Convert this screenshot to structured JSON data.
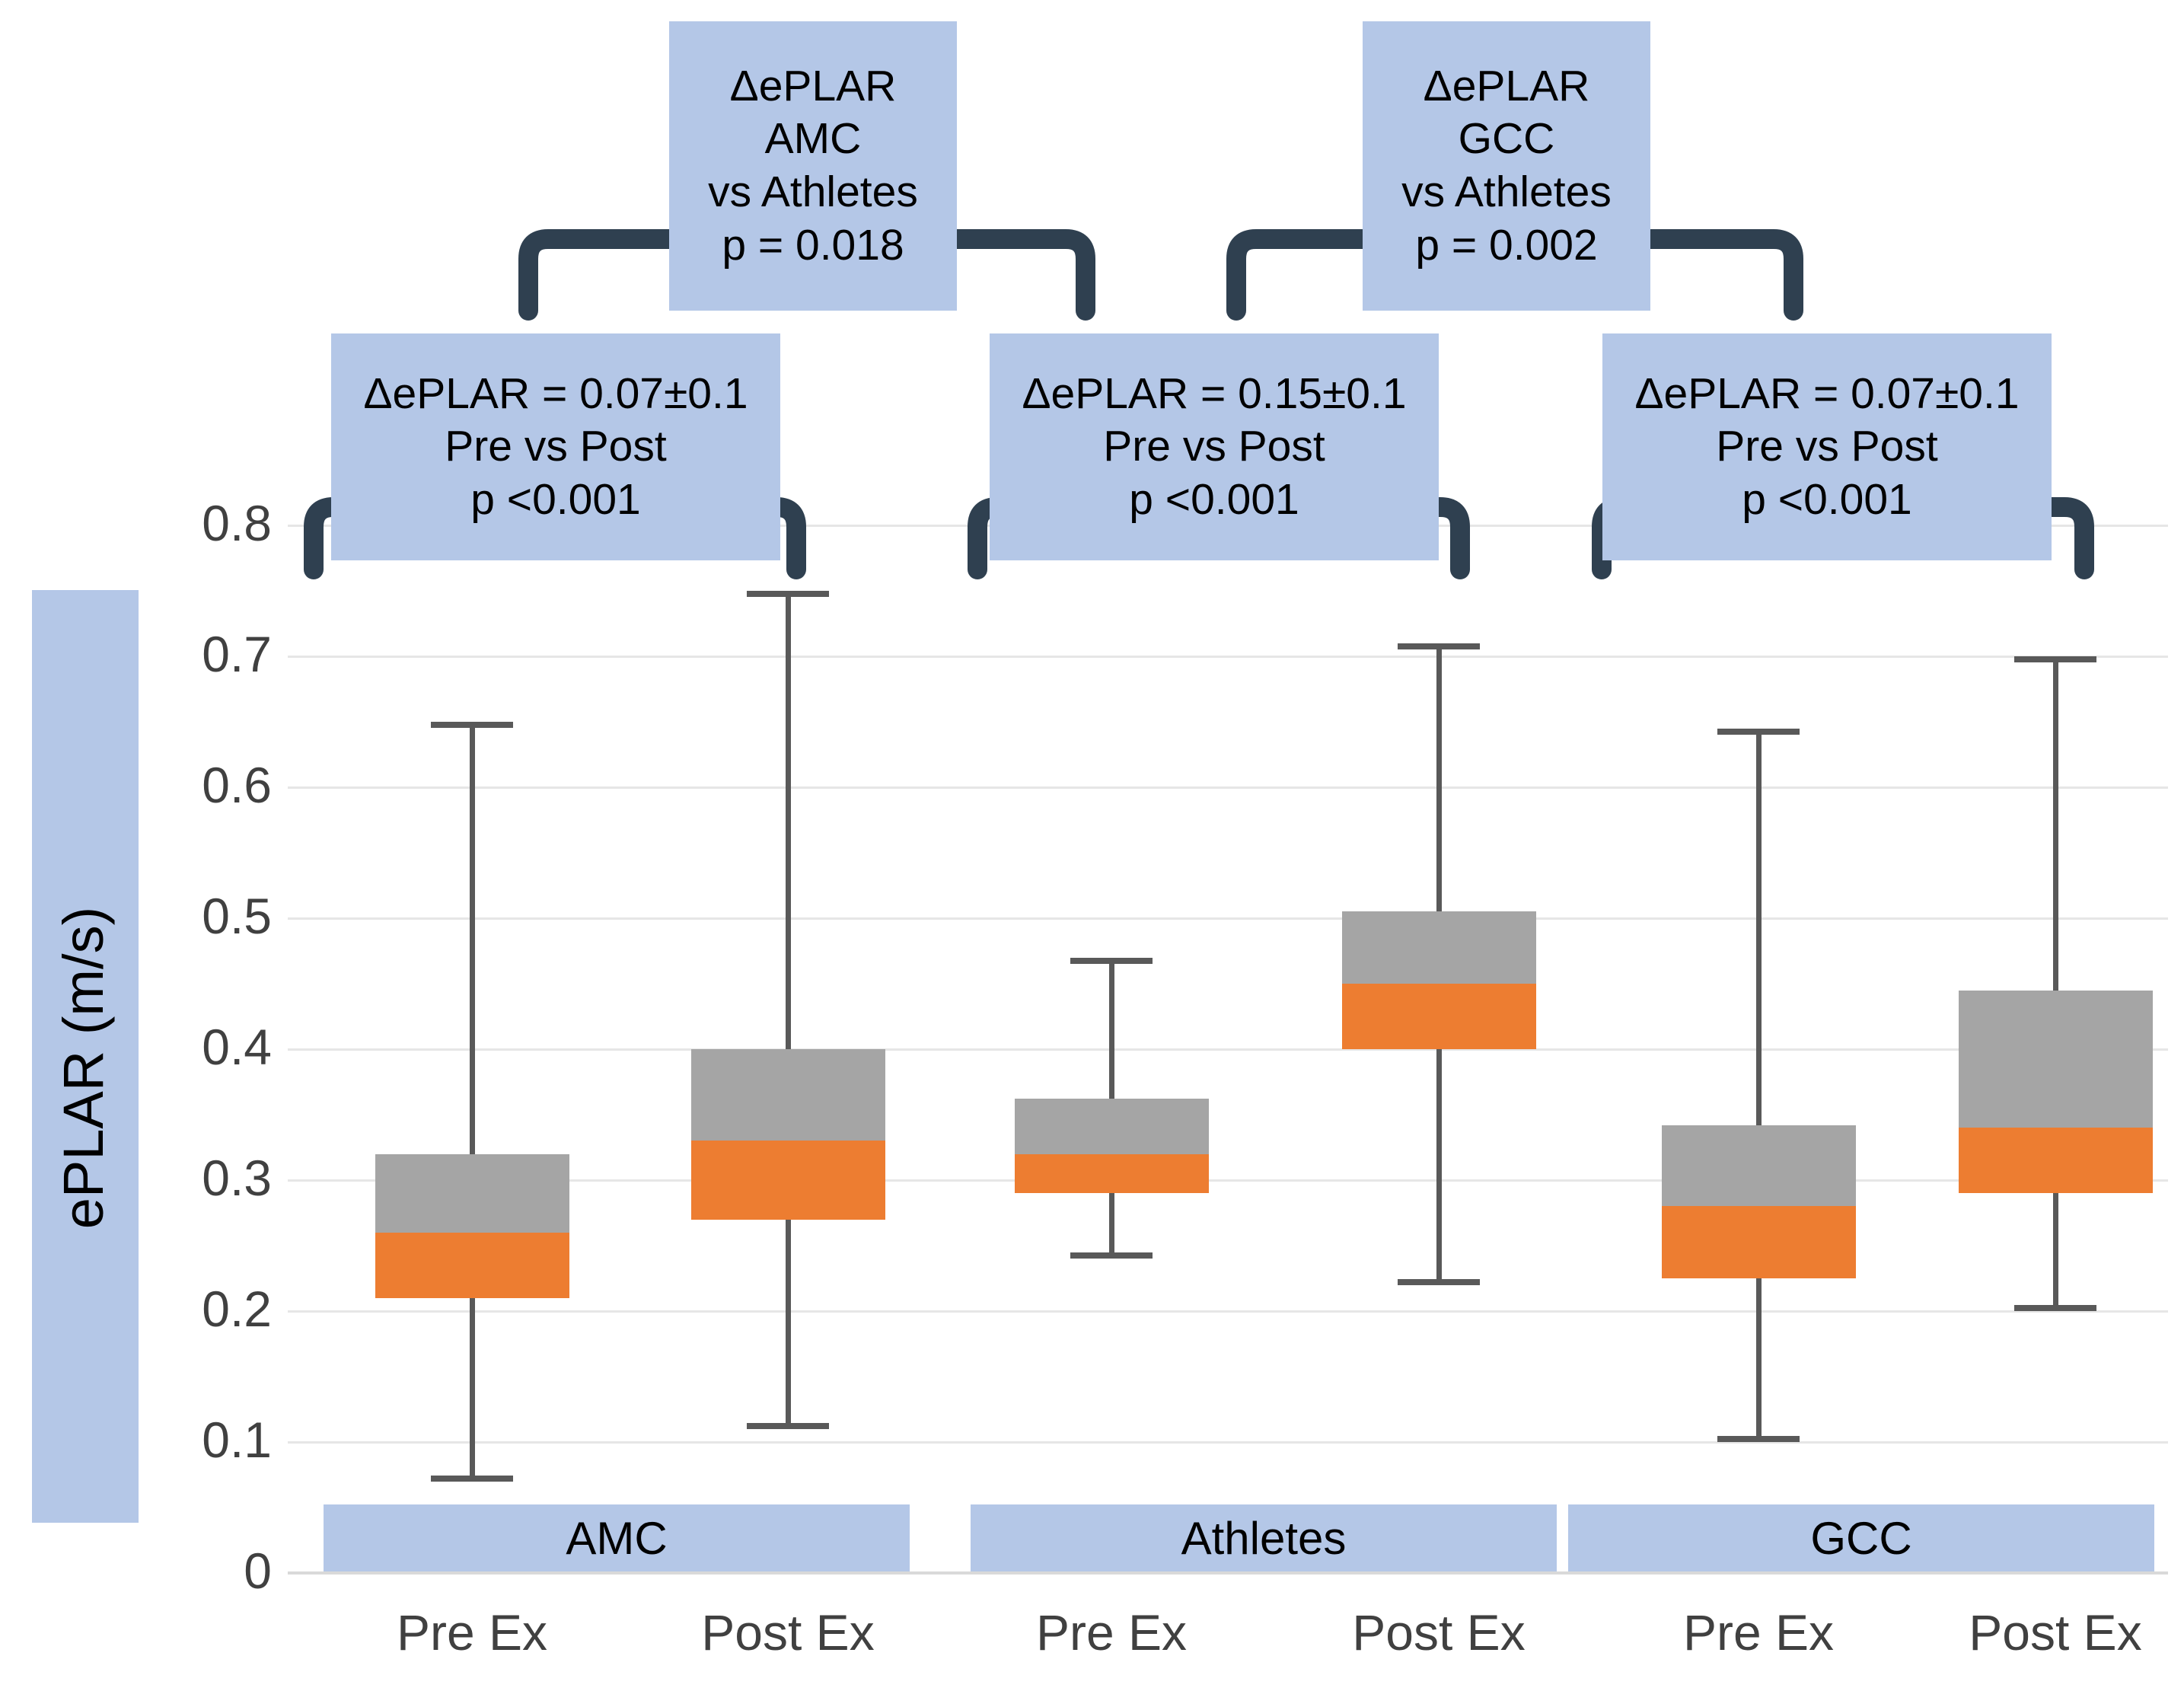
{
  "axis": {
    "y_title": "ePLAR (m/s)",
    "y_ticks": [
      "0.8",
      "0.7",
      "0.6",
      "0.5",
      "0.4",
      "0.3",
      "0.2",
      "0.1",
      "0"
    ],
    "x_labels": [
      "Pre Ex",
      "Post Ex",
      "Pre Ex",
      "Post Ex",
      "Pre Ex",
      "Post Ex"
    ]
  },
  "group_bands": [
    {
      "label": "AMC"
    },
    {
      "label": "Athletes"
    },
    {
      "label": "GCC"
    }
  ],
  "callouts_top": [
    {
      "l1": "ΔePLAR",
      "l2": "AMC",
      "l3": "vs Athletes",
      "l4": "p = 0.018"
    },
    {
      "l1": "ΔePLAR",
      "l2": "GCC",
      "l3": "vs Athletes",
      "l4": "p = 0.002"
    }
  ],
  "callouts_pair": [
    {
      "l1": "ΔePLAR = 0.07±0.1",
      "l2": "Pre vs Post",
      "l3": "p <0.001"
    },
    {
      "l1": "ΔePLAR = 0.15±0.1",
      "l2": "Pre vs Post",
      "l3": "p <0.001"
    },
    {
      "l1": "ΔePLAR = 0.07±0.1",
      "l2": "Pre vs Post",
      "l3": "p <0.001"
    }
  ],
  "colors": {
    "callout_bg": "#b4c7e7",
    "bracket": "#2f4050",
    "box_upper": "#a5a5a5",
    "box_lower": "#ed7d31",
    "whisker": "#595959",
    "gridline": "#e6e6e6"
  },
  "chart_data": {
    "type": "bar",
    "title": "",
    "xlabel": "",
    "ylabel": "ePLAR (m/s)",
    "ylim": [
      0,
      0.8
    ],
    "ytick_step": 0.1,
    "grid": true,
    "legend": "none",
    "note": "Stacked box-and-whisker: gray segment = median..Q3, orange segment = Q1..median, whiskers = min..max",
    "categories": [
      "Pre Ex",
      "Post Ex",
      "Pre Ex",
      "Post Ex",
      "Pre Ex",
      "Post Ex"
    ],
    "groups": [
      "AMC",
      "AMC",
      "Athletes",
      "Athletes",
      "GCC",
      "GCC"
    ],
    "boxes": [
      {
        "group": "AMC",
        "x": "Pre Ex",
        "min": 0.07,
        "q1": 0.21,
        "median": 0.26,
        "q3": 0.32,
        "max": 0.65
      },
      {
        "group": "AMC",
        "x": "Post Ex",
        "min": 0.11,
        "q1": 0.27,
        "median": 0.33,
        "q3": 0.4,
        "max": 0.75
      },
      {
        "group": "Athletes",
        "x": "Pre Ex",
        "min": 0.24,
        "q1": 0.29,
        "median": 0.32,
        "q3": 0.362,
        "max": 0.47
      },
      {
        "group": "Athletes",
        "x": "Post Ex",
        "min": 0.22,
        "q1": 0.4,
        "median": 0.45,
        "q3": 0.505,
        "max": 0.71
      },
      {
        "group": "GCC",
        "x": "Pre Ex",
        "min": 0.1,
        "q1": 0.225,
        "median": 0.28,
        "q3": 0.342,
        "max": 0.645
      },
      {
        "group": "GCC",
        "x": "Post Ex",
        "min": 0.2,
        "q1": 0.29,
        "median": 0.34,
        "q3": 0.445,
        "max": 0.7
      }
    ],
    "annotations": [
      {
        "text": "ΔePLAR AMC vs Athletes p = 0.018",
        "between": [
          "AMC",
          "Athletes"
        ]
      },
      {
        "text": "ΔePLAR GCC vs Athletes p = 0.002",
        "between": [
          "GCC",
          "Athletes"
        ]
      },
      {
        "text": "ΔePLAR = 0.07±0.1 Pre vs Post p <0.001",
        "group": "AMC"
      },
      {
        "text": "ΔePLAR = 0.15±0.1 Pre vs Post p <0.001",
        "group": "Athletes"
      },
      {
        "text": "ΔePLAR = 0.07±0.1 Pre vs Post p <0.001",
        "group": "GCC"
      }
    ]
  }
}
